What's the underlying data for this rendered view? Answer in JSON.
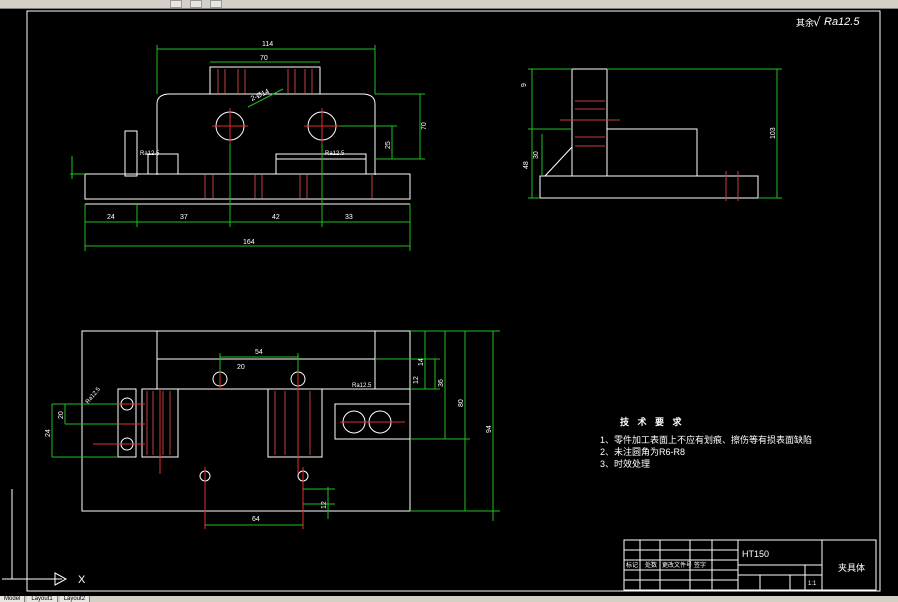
{
  "window": {
    "tabs": [
      "Model",
      "Layout1",
      "Layout2"
    ]
  },
  "roughness": {
    "prefix": "其余",
    "symbol": "√",
    "value": "Ra12.5"
  },
  "dimensions": {
    "top_overall": "114",
    "top_inner": "70",
    "bore_note": "2-Ø14",
    "right_height": "70",
    "hole_depth": "25",
    "base_width": "164",
    "span_1": "24",
    "span_2": "37",
    "span_3": "42",
    "span_4": "33",
    "side_top": "9",
    "side_mid": "30",
    "side_low": "48",
    "side_total": "103",
    "plan_width": "54",
    "plan_hole": "20",
    "plan_h1": "14",
    "plan_h2": "12",
    "plan_h3": "36",
    "plan_h4": "80",
    "plan_h5": "94",
    "plan_bottom": "64",
    "plan_left": "24",
    "plan_left_sub": "20",
    "plan_right_small": "12",
    "rough_tags": [
      "Ra12.5",
      "Ra12.5",
      "Ra12.5",
      "Ra12.5"
    ]
  },
  "tech": {
    "title": "技 术 要 求",
    "items": [
      "1、零件加工表面上不应有划痕、擦伤等有损表面缺陷",
      "2、未注圆角为R6-R8",
      "3、时效处理"
    ]
  },
  "title_block": {
    "material": "HT150",
    "part_name": "夹具体",
    "labels": [
      "标记",
      "处数",
      "更改文件号",
      "签字"
    ],
    "scale": "1:1"
  },
  "ucs": {
    "x_label": "X"
  }
}
